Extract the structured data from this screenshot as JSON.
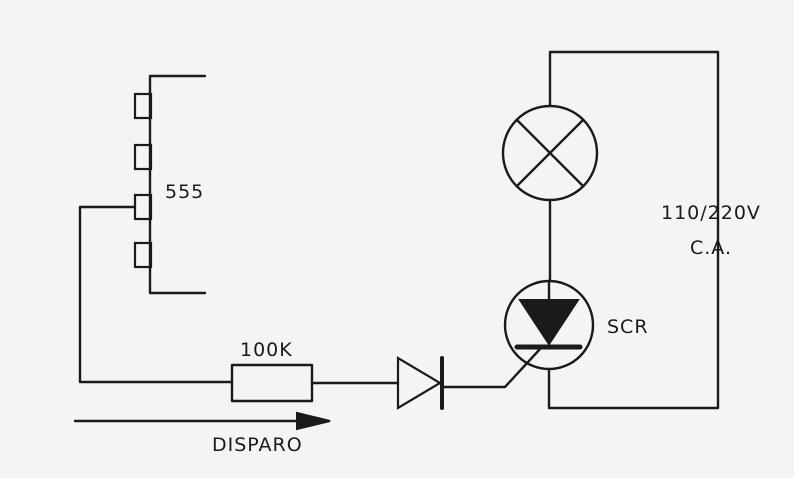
{
  "labels": {
    "ic": "555",
    "supply_voltage": "110/220V",
    "supply_type": "C.A.",
    "scr": "SCR",
    "resistor": "100K",
    "trigger": "DISPARO"
  },
  "colors": {
    "ink": "#1a1a1a",
    "paper": "#f4f4f2"
  }
}
